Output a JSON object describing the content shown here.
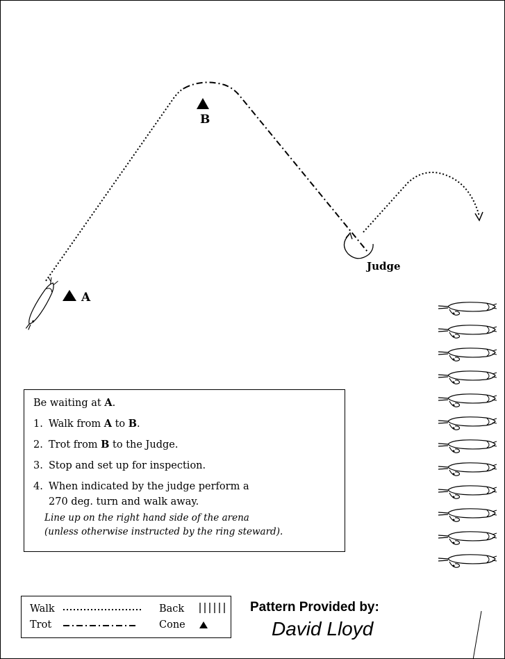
{
  "markers": {
    "a": {
      "label": "A"
    },
    "b": {
      "label": "B"
    },
    "judge": {
      "label": "Judge"
    }
  },
  "instructions": {
    "intro": [
      "Be waiting at ",
      "A",
      "."
    ],
    "steps": [
      {
        "num": "1.",
        "parts": [
          "Walk from ",
          "A",
          " to ",
          "B",
          "."
        ]
      },
      {
        "num": "2.",
        "parts": [
          "Trot from ",
          "B",
          " to the Judge."
        ]
      },
      {
        "num": "3.",
        "parts": [
          "Stop and set up for inspection."
        ]
      },
      {
        "num": "4.",
        "lines": [
          "When indicated by the judge perform a",
          "270 deg. turn and walk away."
        ]
      }
    ],
    "note": [
      "Line up on the right hand side of the arena",
      "(unless otherwise instructed by the ring steward)."
    ]
  },
  "legend": {
    "walk": "Walk",
    "trot": "Trot",
    "back": "Back",
    "cone": "Cone"
  },
  "credit": {
    "heading": "Pattern Provided by:",
    "name": "David Lloyd"
  },
  "lineup": {
    "count": 12
  }
}
